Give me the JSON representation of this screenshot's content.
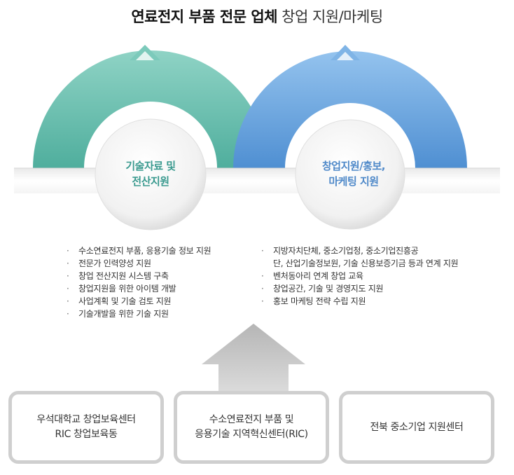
{
  "title": {
    "bold": "연료전지 부품 전문 업체",
    "light": "창업 지원/마케팅"
  },
  "circles": [
    {
      "label": "기술자료 및\n전산지원",
      "color": "#6cc0b0"
    },
    {
      "label": "창업지원/홍보,\n마케팅 지원",
      "color": "#6aaae0"
    }
  ],
  "left_items": [
    "수소연료전지 부품, 응용기술 정보 지원",
    "전문가 인력양성 지원",
    "창업 전산지원 시스템 구축",
    "창업지원을 위한 아이템 개발",
    "사업계획 및 기술 검토 지원",
    "기술개발을 위한 기술 지원"
  ],
  "right_items": [
    "지방자치단체, 중소기업청, 중소기업진흥공",
    "단, 산업기술정보원, 기술 신용보증기금 등과 연계 지원",
    "벤처동아리 연계 창업 교육",
    "창업공간, 기술 및 경영지도 지원",
    "홍보 마케팅 전략 수립 지원"
  ],
  "boxes": [
    "우석대학교 창업보육센터\nRIC 창업보육동",
    "수소연료전지 부품 및\n응용기술 지역혁신센터(RIC)",
    "전북 중소기업 지원센터"
  ]
}
